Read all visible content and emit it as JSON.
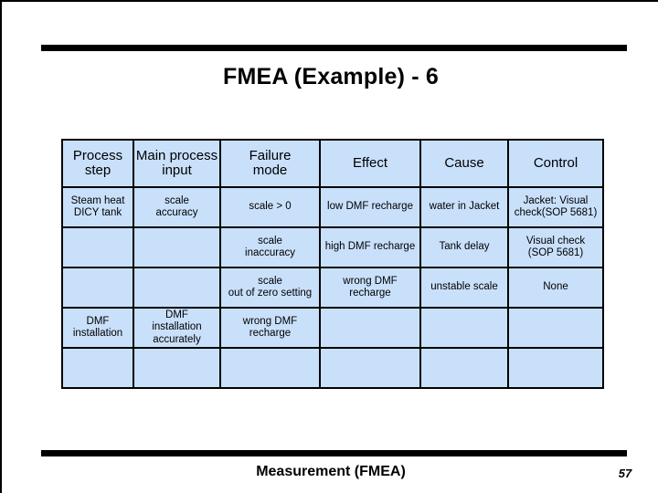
{
  "slide": {
    "title": "FMEA (Example) - 6",
    "footer_label": "Measurement (FMEA)",
    "page_number": "57",
    "accent_color": "#000000",
    "cell_fill_color": "#c9e0fb",
    "border_color": "#000000"
  },
  "table": {
    "columns": [
      {
        "key": "process_step",
        "header_lines": [
          "Process",
          "step"
        ]
      },
      {
        "key": "main_process_input",
        "header_lines": [
          "Main process",
          "input"
        ]
      },
      {
        "key": "failure_mode",
        "header_lines": [
          "Failure",
          "mode"
        ]
      },
      {
        "key": "effect",
        "header_lines": [
          "Effect"
        ]
      },
      {
        "key": "cause",
        "header_lines": [
          "Cause"
        ]
      },
      {
        "key": "control",
        "header_lines": [
          "Control"
        ]
      }
    ],
    "headers": {
      "process_step_l1": "Process",
      "process_step_l2": "step",
      "main_process_input_l1": "Main process",
      "main_process_input_l2": "input",
      "failure_mode_l1": "Failure",
      "failure_mode_l2": "mode",
      "effect": "Effect",
      "cause": "Cause",
      "control": "Control"
    },
    "rows": [
      {
        "process_step_l1": "Steam heat",
        "process_step_l2": "DICY tank",
        "main_process_input_l1": "scale",
        "main_process_input_l2": "accuracy",
        "failure_mode_l1": "scale > 0",
        "failure_mode_l2": "",
        "effect_l1": "low DMF recharge",
        "effect_l2": "",
        "cause_l1": "water in Jacket",
        "cause_l2": "",
        "control_l1": "Jacket: Visual",
        "control_l2": "check(SOP 5681)"
      },
      {
        "process_step_l1": "",
        "process_step_l2": "",
        "main_process_input_l1": "",
        "main_process_input_l2": "",
        "failure_mode_l1": "scale",
        "failure_mode_l2": "inaccuracy",
        "effect_l1": "high DMF recharge",
        "effect_l2": "",
        "cause_l1": "Tank delay",
        "cause_l2": "",
        "control_l1": "Visual check",
        "control_l2": "(SOP 5681)"
      },
      {
        "process_step_l1": "",
        "process_step_l2": "",
        "main_process_input_l1": "",
        "main_process_input_l2": "",
        "failure_mode_l1": "scale",
        "failure_mode_l2": "out of zero setting",
        "effect_l1": "wrong  DMF",
        "effect_l2": "recharge",
        "cause_l1": "unstable scale",
        "cause_l2": "",
        "control_l1": "None",
        "control_l2": ""
      },
      {
        "process_step_l1": "DMF",
        "process_step_l2": "installation",
        "main_process_input_l1": "DMF",
        "main_process_input_l2": "installation",
        "main_process_input_l3": "accurately",
        "failure_mode_l1": "wrong DMF",
        "failure_mode_l2": "recharge",
        "effect_l1": "",
        "effect_l2": "",
        "cause_l1": "",
        "cause_l2": "",
        "control_l1": "",
        "control_l2": ""
      },
      {
        "process_step_l1": "",
        "process_step_l2": "",
        "main_process_input_l1": "",
        "main_process_input_l2": "",
        "failure_mode_l1": "",
        "failure_mode_l2": "",
        "effect_l1": "",
        "effect_l2": "",
        "cause_l1": "",
        "cause_l2": "",
        "control_l1": "",
        "control_l2": ""
      }
    ]
  }
}
